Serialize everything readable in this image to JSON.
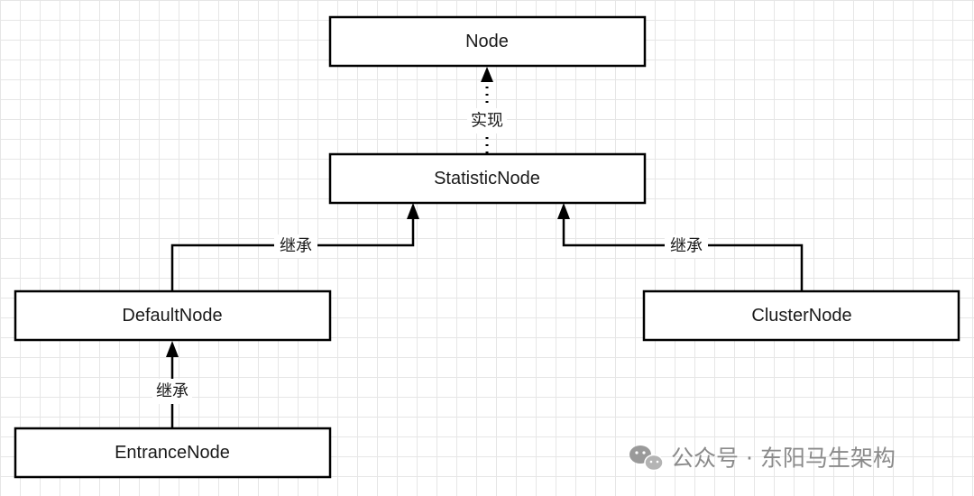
{
  "nodes": {
    "node": "Node",
    "statistic_node": "StatisticNode",
    "default_node": "DefaultNode",
    "cluster_node": "ClusterNode",
    "entrance_node": "EntranceNode"
  },
  "edges": {
    "implements_label": "实现",
    "inherit_left_label": "继承",
    "inherit_right_label": "继承",
    "inherit_bottom_label": "继承"
  },
  "watermark": {
    "text": "公众号 · 东阳马生架构",
    "icon": "wechat-icon"
  }
}
